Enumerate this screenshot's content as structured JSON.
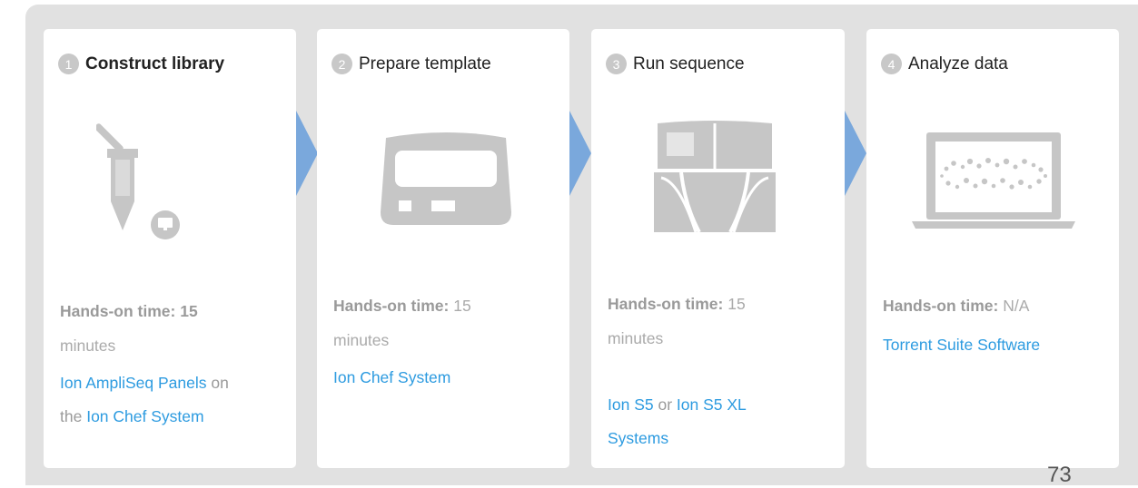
{
  "steps": [
    {
      "num": "1",
      "title": "Construct library",
      "icon": "tube-icon",
      "hands_label": "Hands-on time:",
      "hands_value": "15",
      "hands_unit": "minutes",
      "link1": "Ion AmpliSeq Panels",
      "mid": "on",
      "prefix2": "the",
      "link2": "Ion Chef System"
    },
    {
      "num": "2",
      "title": "Prepare template",
      "icon": "chef-instrument-icon",
      "hands_label": "Hands-on time:",
      "hands_value": "15",
      "hands_unit": "minutes",
      "link1": "Ion Chef System"
    },
    {
      "num": "3",
      "title": "Run sequence",
      "icon": "sequencer-icon",
      "hands_label": "Hands-on time:",
      "hands_value": "15",
      "hands_unit": "minutes",
      "link1": "Ion S5",
      "mid": "or",
      "link2": "Ion S5 XL",
      "link3": "Systems"
    },
    {
      "num": "4",
      "title": "Analyze data",
      "icon": "laptop-icon",
      "hands_label": "Hands-on time:",
      "hands_value": "N/A",
      "link1": "Torrent Suite Software"
    }
  ],
  "page_number": "73",
  "colors": {
    "panel": "#e1e1e1",
    "arrow": "#7aa8dc",
    "link": "#2d9be0",
    "icon": "#c6c6c6"
  }
}
